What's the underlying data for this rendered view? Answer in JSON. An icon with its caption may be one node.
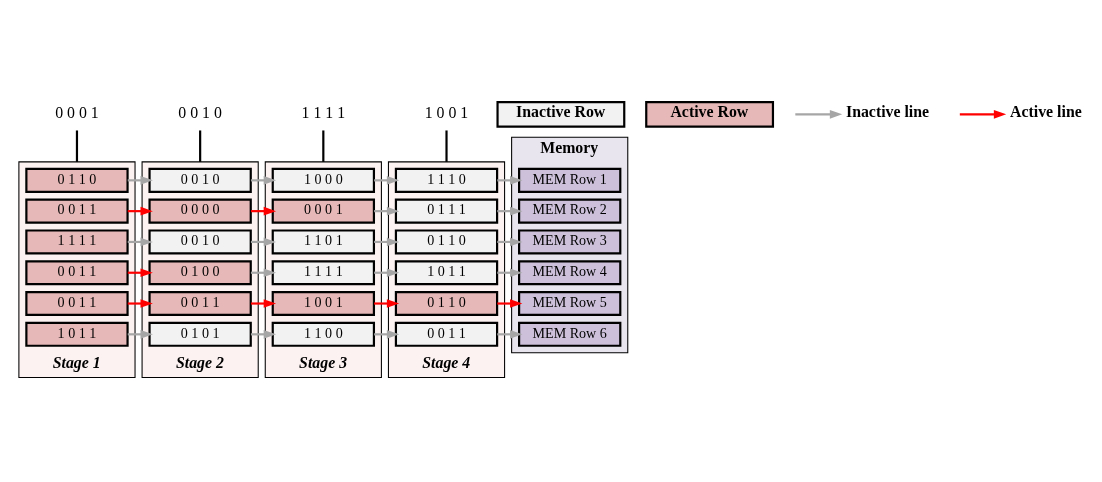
{
  "diagram": {
    "nodes": [
      {
        "text": [
          "0 0 0 1"
        ]
      },
      {
        "text": [
          "Stage 1"
        ]
      },
      {
        "text": [
          "0 1 1 0"
        ],
        "in": 1
      },
      {
        "text": [
          "0 0 1 1"
        ],
        "in": 1
      },
      {
        "text": [
          "1 1 1 1"
        ],
        "in": 1
      },
      {
        "text": [
          "0 0 1 1"
        ],
        "in": 1
      },
      {
        "text": [
          "0 0 1 1"
        ],
        "in": 1
      },
      {
        "text": [
          "1 0 1 1"
        ],
        "in": 1
      },
      {
        "text": [
          "0 0 1 0"
        ]
      },
      {
        "text": [
          "Stage 2"
        ]
      },
      {
        "text": [
          "0 0 1 0"
        ],
        "in": 9
      },
      {
        "text": [
          "0 0 0 0"
        ],
        "in": 9
      },
      {
        "text": [
          "0 0 1 0"
        ],
        "in": 9
      },
      {
        "text": [
          "0 1 0 0"
        ],
        "in": 9
      },
      {
        "text": [
          "0 0 1 1"
        ],
        "in": 9
      },
      {
        "text": [
          "0 1 0 1"
        ],
        "in": 9
      },
      {
        "text": [
          "1 1 1 1"
        ]
      },
      {
        "text": [
          "Stage 3"
        ]
      },
      {
        "text": [
          "1 0 0 0"
        ],
        "in": 17
      },
      {
        "text": [
          "0 0 0 1"
        ],
        "in": 17
      },
      {
        "text": [
          "1 1 0 1"
        ],
        "in": 17
      },
      {
        "text": [
          "1 1 1 1"
        ],
        "in": 17
      },
      {
        "text": [
          "1 0 0 1"
        ],
        "in": 17
      },
      {
        "text": [
          "1 1 0 0"
        ],
        "in": 17
      },
      {
        "text": [
          "1 0 0 1"
        ]
      },
      {
        "text": [
          "Stage 4"
        ]
      },
      {
        "text": [
          "1 1 1 0"
        ],
        "in": 25
      },
      {
        "text": [
          "0 1 1 1"
        ],
        "in": 25
      },
      {
        "text": [
          "0 1 1 0"
        ],
        "in": 25
      },
      {
        "text": [
          "1 0 1 1"
        ],
        "in": 25
      },
      {
        "text": [
          "0 1 1 0"
        ],
        "in": 25
      },
      {
        "text": [
          "0 0 1 1"
        ],
        "in": 25
      },
      {
        "text": [
          "Memory"
        ]
      },
      {
        "text": [
          "MEM Row 1"
        ],
        "in": 32
      },
      {
        "text": [
          "MEM Row 2"
        ],
        "in": 32
      },
      {
        "text": [
          "MEM Row 3"
        ],
        "in": 32
      },
      {
        "text": [
          "MEM Row 4"
        ],
        "in": 32
      },
      {
        "text": [
          "MEM Row 5"
        ],
        "in": 32
      },
      {
        "text": [
          "MEM Row 6"
        ],
        "in": 32
      }
    ],
    "edges": [
      {
        "from": 0,
        "to": 1,
        "arrow": "none",
        "color": "#000000"
      },
      {
        "from": 8,
        "to": 9,
        "arrow": "none",
        "color": "#000000"
      },
      {
        "from": 16,
        "to": 17,
        "arrow": "none",
        "color": "#000000"
      },
      {
        "from": 24,
        "to": 25,
        "arrow": "none",
        "color": "#000000"
      },
      {
        "from": 2,
        "to": 10,
        "arrow": "to"
      },
      {
        "from": 3,
        "to": 11,
        "arrow": "to",
        "color": "#ff0000"
      },
      {
        "from": 4,
        "to": 12,
        "arrow": "to"
      },
      {
        "from": 5,
        "to": 13,
        "arrow": "to",
        "color": "#ff0000"
      },
      {
        "from": 6,
        "to": 14,
        "arrow": "to",
        "color": "#ff0000"
      },
      {
        "from": 7,
        "to": 15,
        "arrow": "to"
      },
      {
        "from": 10,
        "to": 18,
        "arrow": "to"
      },
      {
        "from": 11,
        "to": 19,
        "arrow": "to",
        "color": "#ff0000"
      },
      {
        "from": 12,
        "to": 20,
        "arrow": "to"
      },
      {
        "from": 13,
        "to": 21,
        "arrow": "to"
      },
      {
        "from": 14,
        "to": 22,
        "arrow": "to",
        "color": "#ff0000"
      },
      {
        "from": 15,
        "to": 23,
        "arrow": "to"
      },
      {
        "from": 18,
        "to": 26,
        "arrow": "to"
      },
      {
        "from": 19,
        "to": 27,
        "arrow": "to"
      },
      {
        "from": 20,
        "to": 28,
        "arrow": "to"
      },
      {
        "from": 21,
        "to": 29,
        "arrow": "to"
      },
      {
        "from": 22,
        "to": 30,
        "arrow": "to",
        "color": "#ff0000"
      },
      {
        "from": 23,
        "to": 31,
        "arrow": "to"
      },
      {
        "from": 26,
        "to": 33,
        "arrow": "to"
      },
      {
        "from": 27,
        "to": 34,
        "arrow": "to"
      },
      {
        "from": 28,
        "to": 35,
        "arrow": "to"
      },
      {
        "from": 29,
        "to": 36,
        "arrow": "to"
      },
      {
        "from": 30,
        "to": 37,
        "arrow": "to",
        "color": "#ff0000"
      },
      {
        "from": 31,
        "to": 38,
        "arrow": "to"
      }
    ],
    "legend": [
      {
        "text": "Inactive Row",
        "color": "#f2f2f2"
      },
      {
        "text": "Active Row",
        "color": "#e6b8b7"
      },
      {
        "text": "Inactive line"
      },
      {
        "text": "Active line"
      }
    ]
  }
}
